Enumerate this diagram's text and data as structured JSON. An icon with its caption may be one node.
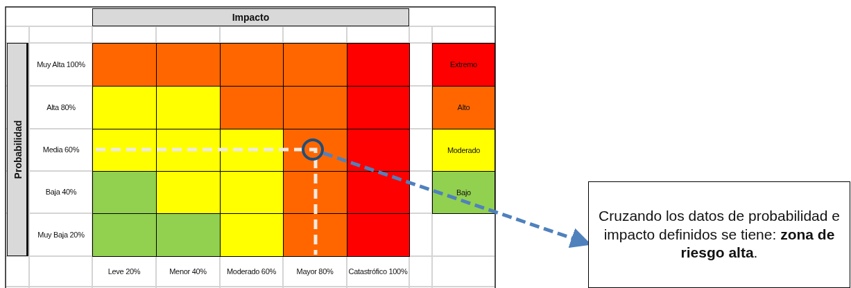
{
  "diagram": {
    "nodes": [
      {
        "text": [],
        "shape": "circle"
      },
      {
        "text": [
          "Cruzando los datos de probabilidad e impacto definidos se tiene: **zona de riesgo alta**."
        ]
      }
    ],
    "edges": [
      {
        "from": 0,
        "to": 1,
        "arrow": "to",
        "style": "dashed",
        "color": "#4f81bd"
      }
    ],
    "labels": [
      "Impacto",
      "Probabilidad",
      "Muy Alta 100%",
      "Alta 80%",
      "Media 60%",
      "Baja 40%",
      "Muy Baja 20%",
      "Leve 20%",
      "Menor 40%",
      "Moderado 60%",
      "Mayor 80%",
      "Catastrófico 100%"
    ],
    "legend": [
      {
        "text": "Extremo",
        "color": "#ff0000"
      },
      {
        "text": "Alto",
        "color": "#ff6600"
      },
      {
        "text": "Moderado",
        "color": "#ffff00"
      },
      {
        "text": "Bajo",
        "color": "#92d050"
      }
    ]
  }
}
